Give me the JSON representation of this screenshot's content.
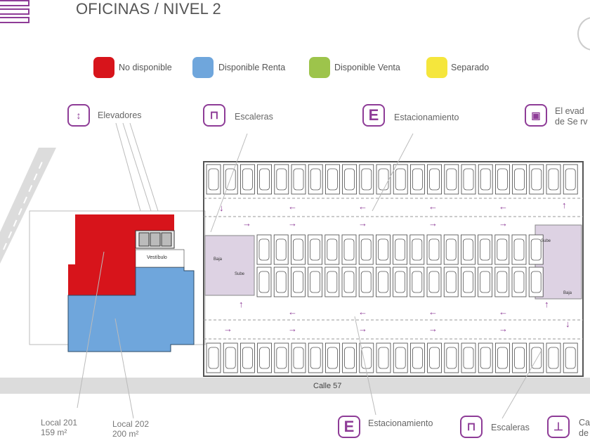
{
  "header": {
    "title": "OFICINAS / NIVEL 2",
    "menu_icon": "hamburger-menu-icon",
    "compass_icon": "north-compass-icon"
  },
  "legend": [
    {
      "label": "No disponible",
      "color": "#d7141b"
    },
    {
      "label": "Disponible Renta",
      "color": "#6fa6dc"
    },
    {
      "label": "Disponible Venta",
      "color": "#9dc44b"
    },
    {
      "label": "Separado",
      "color": "#f5e63c"
    }
  ],
  "top_icons": [
    {
      "icon": "elevator-icon",
      "label": "Elevadores"
    },
    {
      "icon": "stairs-icon",
      "label": "Escaleras"
    },
    {
      "icon": "parking-icon",
      "glyph": "E",
      "label": "Estacionamiento"
    },
    {
      "icon": "service-elevator-icon",
      "label_line1": "El evad",
      "label_line2": "de Se rv"
    }
  ],
  "plan": {
    "street": "Calle 57",
    "vestibule": "Vestíbulo",
    "down_left": "Baja",
    "up_left": "Sube",
    "up_right": "Sube",
    "down_right": "Baja",
    "accent": "#8e3c97"
  },
  "units": [
    {
      "name": "Local 201",
      "area": "159 m²",
      "status": "No disponible"
    },
    {
      "name": "Local 202",
      "area": "200 m²",
      "status": "Disponible Renta"
    }
  ],
  "bottom_icons": [
    {
      "icon": "parking-icon",
      "glyph": "E",
      "label": "Estacionamiento"
    },
    {
      "icon": "stairs-icon",
      "label": "Escaleras"
    },
    {
      "icon": "ramp-icon",
      "label_line1": "Ca",
      "label_line2": "de"
    }
  ]
}
